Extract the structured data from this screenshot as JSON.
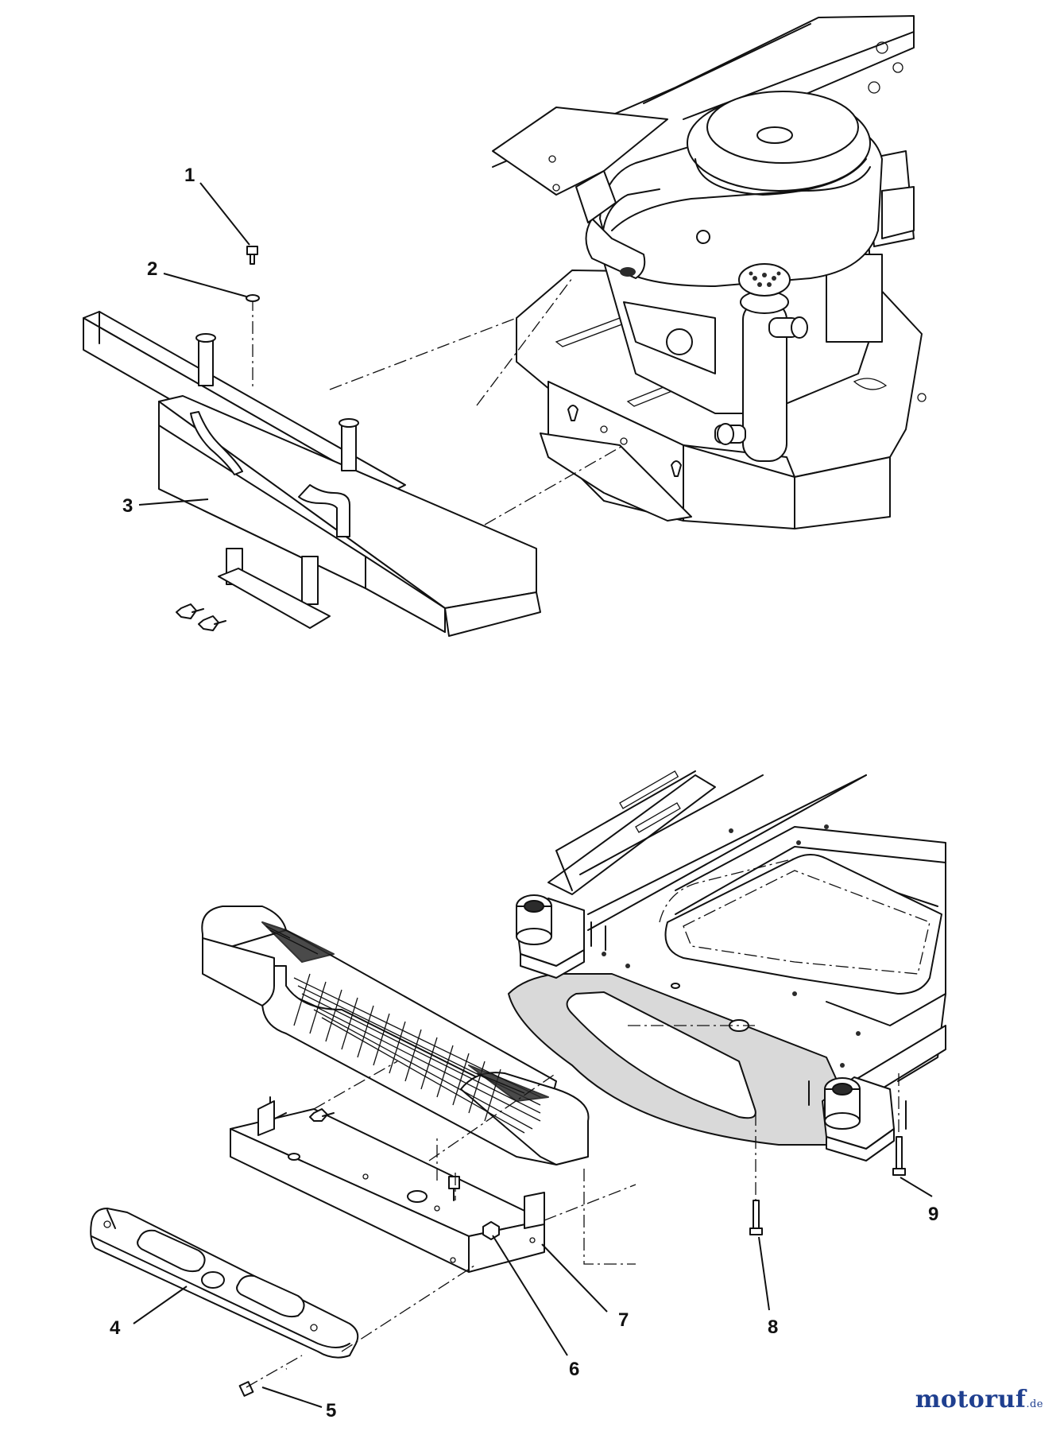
{
  "callouts": [
    {
      "id": "1",
      "text": "1"
    },
    {
      "id": "2",
      "text": "2"
    },
    {
      "id": "3",
      "text": "3"
    },
    {
      "id": "4",
      "text": "4"
    },
    {
      "id": "5",
      "text": "5"
    },
    {
      "id": "6",
      "text": "6"
    },
    {
      "id": "7",
      "text": "7"
    },
    {
      "id": "8",
      "text": "8"
    },
    {
      "id": "9",
      "text": "9"
    }
  ],
  "watermark": {
    "text": "motoruf",
    "suffix": ".de",
    "color": "#1f3f8f",
    "accent": "#e08a00"
  }
}
